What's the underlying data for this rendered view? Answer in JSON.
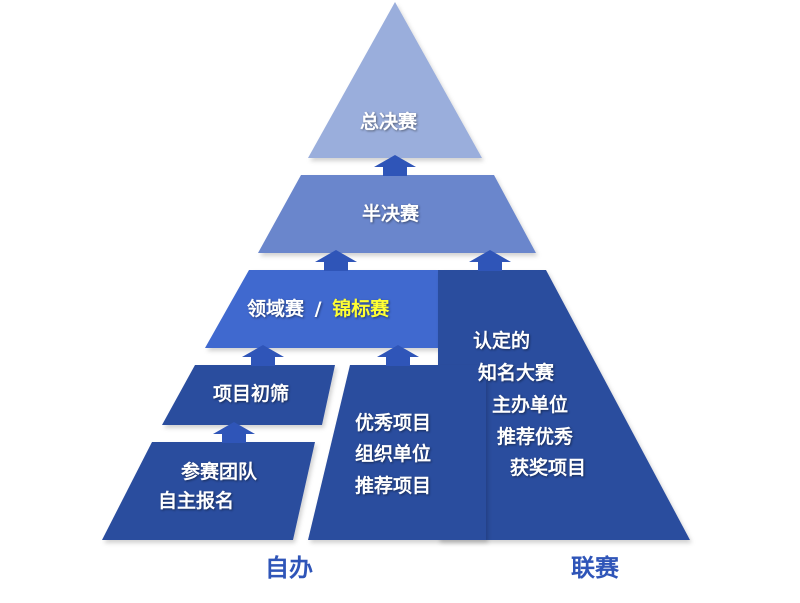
{
  "levels": {
    "final": "总决赛",
    "semifinal": "半决赛",
    "domain": {
      "part1": "领域赛",
      "sep": "/",
      "part2": "锦标赛"
    },
    "screening": "项目初筛",
    "self_signup": [
      "参赛团队",
      "自主报名"
    ],
    "recommend": [
      "优秀项目",
      "组织单位",
      "推荐项目"
    ],
    "league": [
      "认定的",
      "知名大赛",
      "主办单位",
      "推荐优秀",
      "获奖项目"
    ]
  },
  "footer": {
    "left": "自办",
    "right": "联赛"
  },
  "colors": {
    "top": "#9aaedc",
    "semi": "#6a86cc",
    "domain": "#3f69cf",
    "dark": "#2c4d9e",
    "arrow": "#2f55b8",
    "highlight": "#ffff33"
  }
}
